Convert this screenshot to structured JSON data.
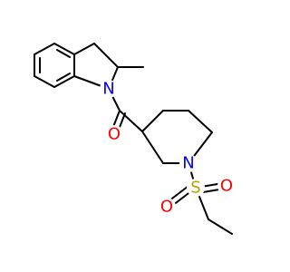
{
  "molecule": {
    "atoms": {
      "N_indoline": {
        "label": "N",
        "color": "#0000ff"
      },
      "O_carbonyl": {
        "label": "O",
        "color": "#ff0000"
      },
      "N_piperidine": {
        "label": "N",
        "color": "#0000ff"
      },
      "S_sulfonyl": {
        "label": "S",
        "color": "#b8a000"
      },
      "O_sulfonyl_left": {
        "label": "O",
        "color": "#ff0000"
      },
      "O_sulfonyl_right": {
        "label": "O",
        "color": "#ff0000"
      }
    }
  }
}
